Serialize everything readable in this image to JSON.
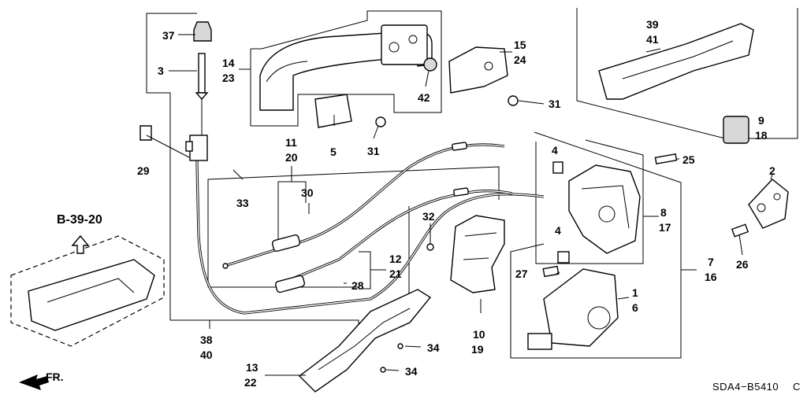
{
  "diagram_code": "SDA4−B5410",
  "corner_mark": "C",
  "ref_label": "B-39-20",
  "front_label": "FR.",
  "labels": {
    "p37": "37",
    "p3": "3",
    "p14": "14",
    "p23": "23",
    "p29": "29",
    "p33": "33",
    "p11": "11",
    "p20": "20",
    "p30": "30",
    "p5": "5",
    "p31a": "31",
    "p42": "42",
    "p15": "15",
    "p24": "24",
    "p31b": "31",
    "p39": "39",
    "p41": "41",
    "p9": "9",
    "p18": "18",
    "p4a": "4",
    "p25": "25",
    "p2": "2",
    "p8": "8",
    "p17": "17",
    "p26": "26",
    "p4b": "4",
    "p32": "32",
    "p12": "12",
    "p21": "21",
    "p28": "28",
    "p27": "27",
    "p7": "7",
    "p16": "16",
    "p1": "1",
    "p6": "6",
    "p10": "10",
    "p19": "19",
    "p38": "38",
    "p40": "40",
    "p34a": "34",
    "p34b": "34",
    "p13": "13",
    "p22": "22"
  }
}
